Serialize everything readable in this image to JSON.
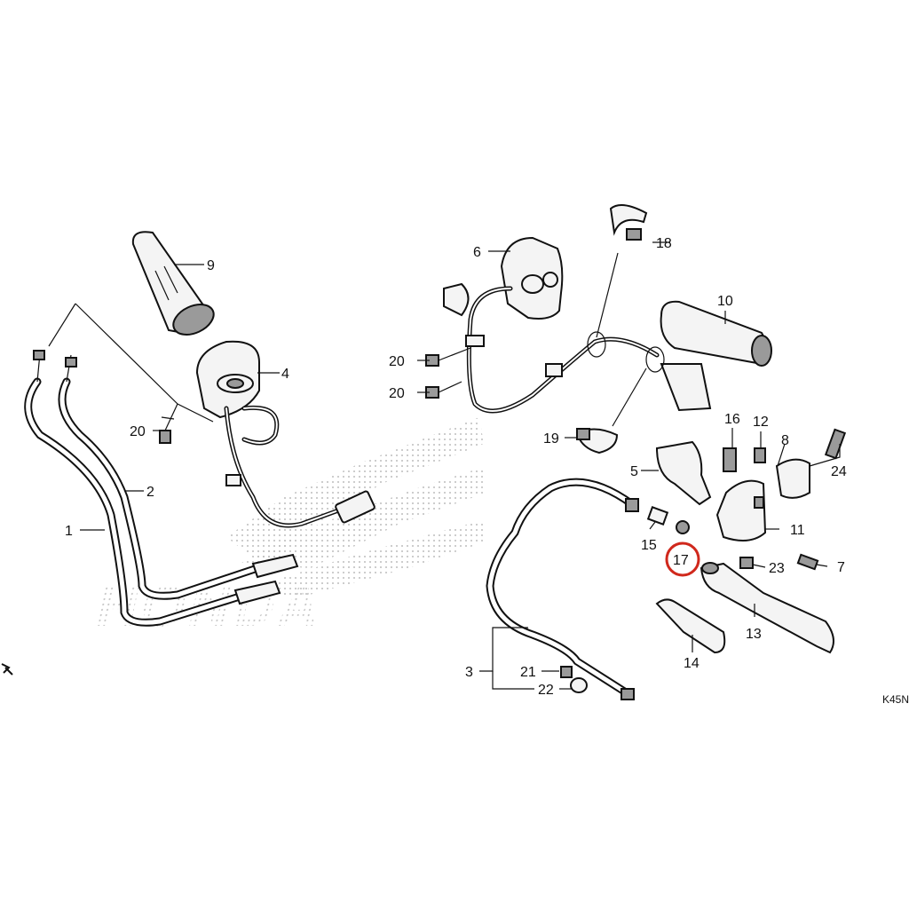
{
  "callouts": [
    "1",
    "2",
    "3",
    "4",
    "5",
    "6",
    "7",
    "8",
    "9",
    "10",
    "11",
    "12",
    "13",
    "14",
    "15",
    "16",
    "17",
    "18",
    "19",
    "20",
    "20",
    "20",
    "21",
    "22",
    "23",
    "24"
  ],
  "highlighted_callout": "17",
  "highlight_color": "#d0281c",
  "watermark": {
    "brand": "HONDA",
    "emblem": "wing-logo"
  },
  "reference_code": "K45N"
}
